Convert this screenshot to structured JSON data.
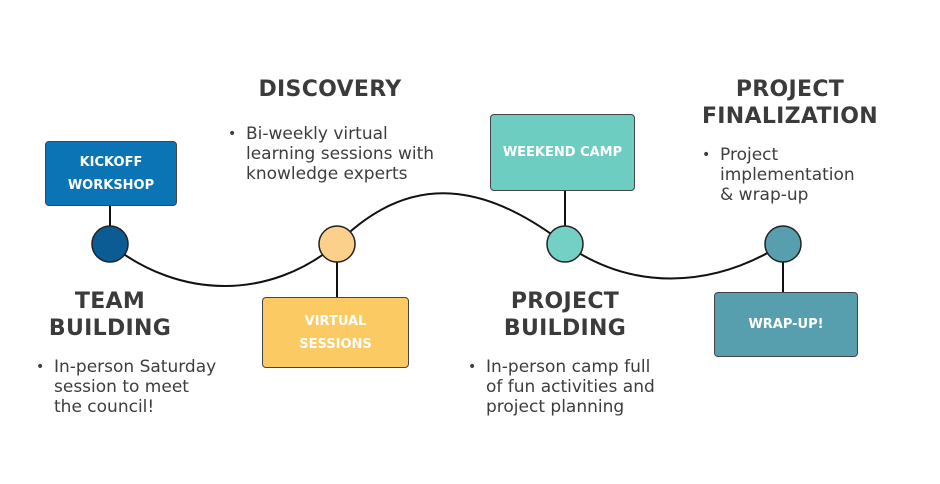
{
  "stages": {
    "kickoff": {
      "box_label": "KICKOFF\nWORKSHOP",
      "heading": "TEAM\nBUILDING",
      "bullet": "In-person Saturday\nsession to meet\nthe council!",
      "color": "#0a74b4",
      "dot_color": "#0b5c94"
    },
    "virtual": {
      "box_label": "VIRTUAL\nSESSIONS",
      "heading": "DISCOVERY",
      "bullet": "Bi-weekly virtual\nlearning sessions with\nknowledge experts",
      "color": "#fbca62",
      "dot_color": "#fbd08a"
    },
    "camp": {
      "box_label": "WEEKEND CAMP",
      "heading": "PROJECT\nBUILDING",
      "bullet": " In-person camp full\nof fun activities and\nproject planning",
      "color": "#6dcdc1",
      "dot_color": "#72d1c4"
    },
    "wrap": {
      "box_label": "WRAP-UP!",
      "heading": "PROJECT\nFINALIZATION",
      "bullet": "Project\nimplementation\n& wrap-up",
      "color": "#579faf",
      "dot_color": "#579faf"
    }
  },
  "bullet_glyph": "•",
  "line_color": "#111111"
}
